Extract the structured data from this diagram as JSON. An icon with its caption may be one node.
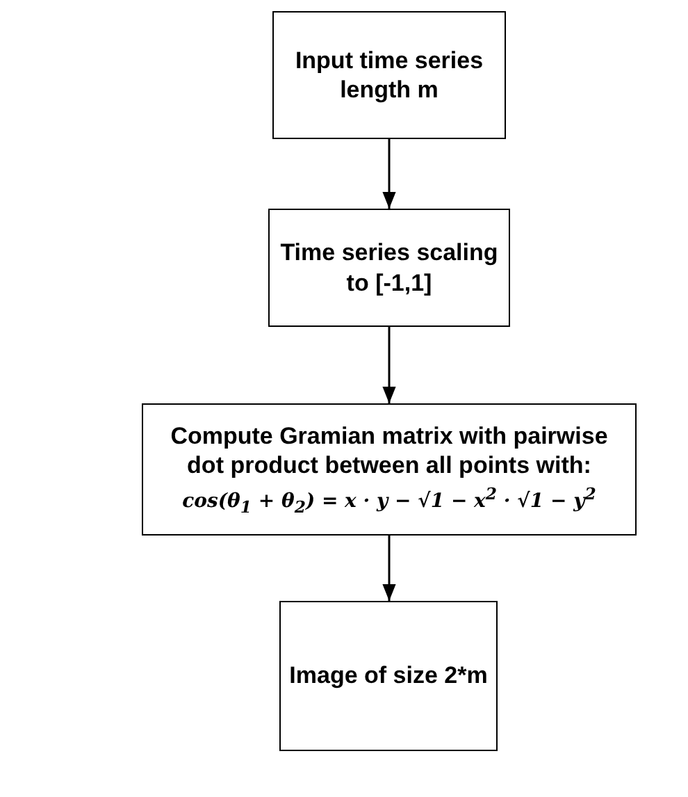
{
  "diagram": {
    "nodes": [
      {
        "text": [
          "Input time series length m"
        ]
      },
      {
        "text": [
          "Time series scaling to [-1,1]"
        ]
      },
      {
        "text": [
          "Compute Gramian matrix with pairwise dot product between all points with:",
          "cos(θ$_{1}$ + θ$_{2}$) = x · y − √1 − x$^{2}$ · √1 − y$^{2}$"
        ]
      },
      {
        "text": [
          "Image of size 2*m"
        ]
      }
    ],
    "edges": [
      {
        "from": 0,
        "to": 1,
        "arrow": "to"
      },
      {
        "from": 1,
        "to": 2,
        "arrow": "to"
      },
      {
        "from": 2,
        "to": 3,
        "arrow": "to"
      }
    ]
  }
}
